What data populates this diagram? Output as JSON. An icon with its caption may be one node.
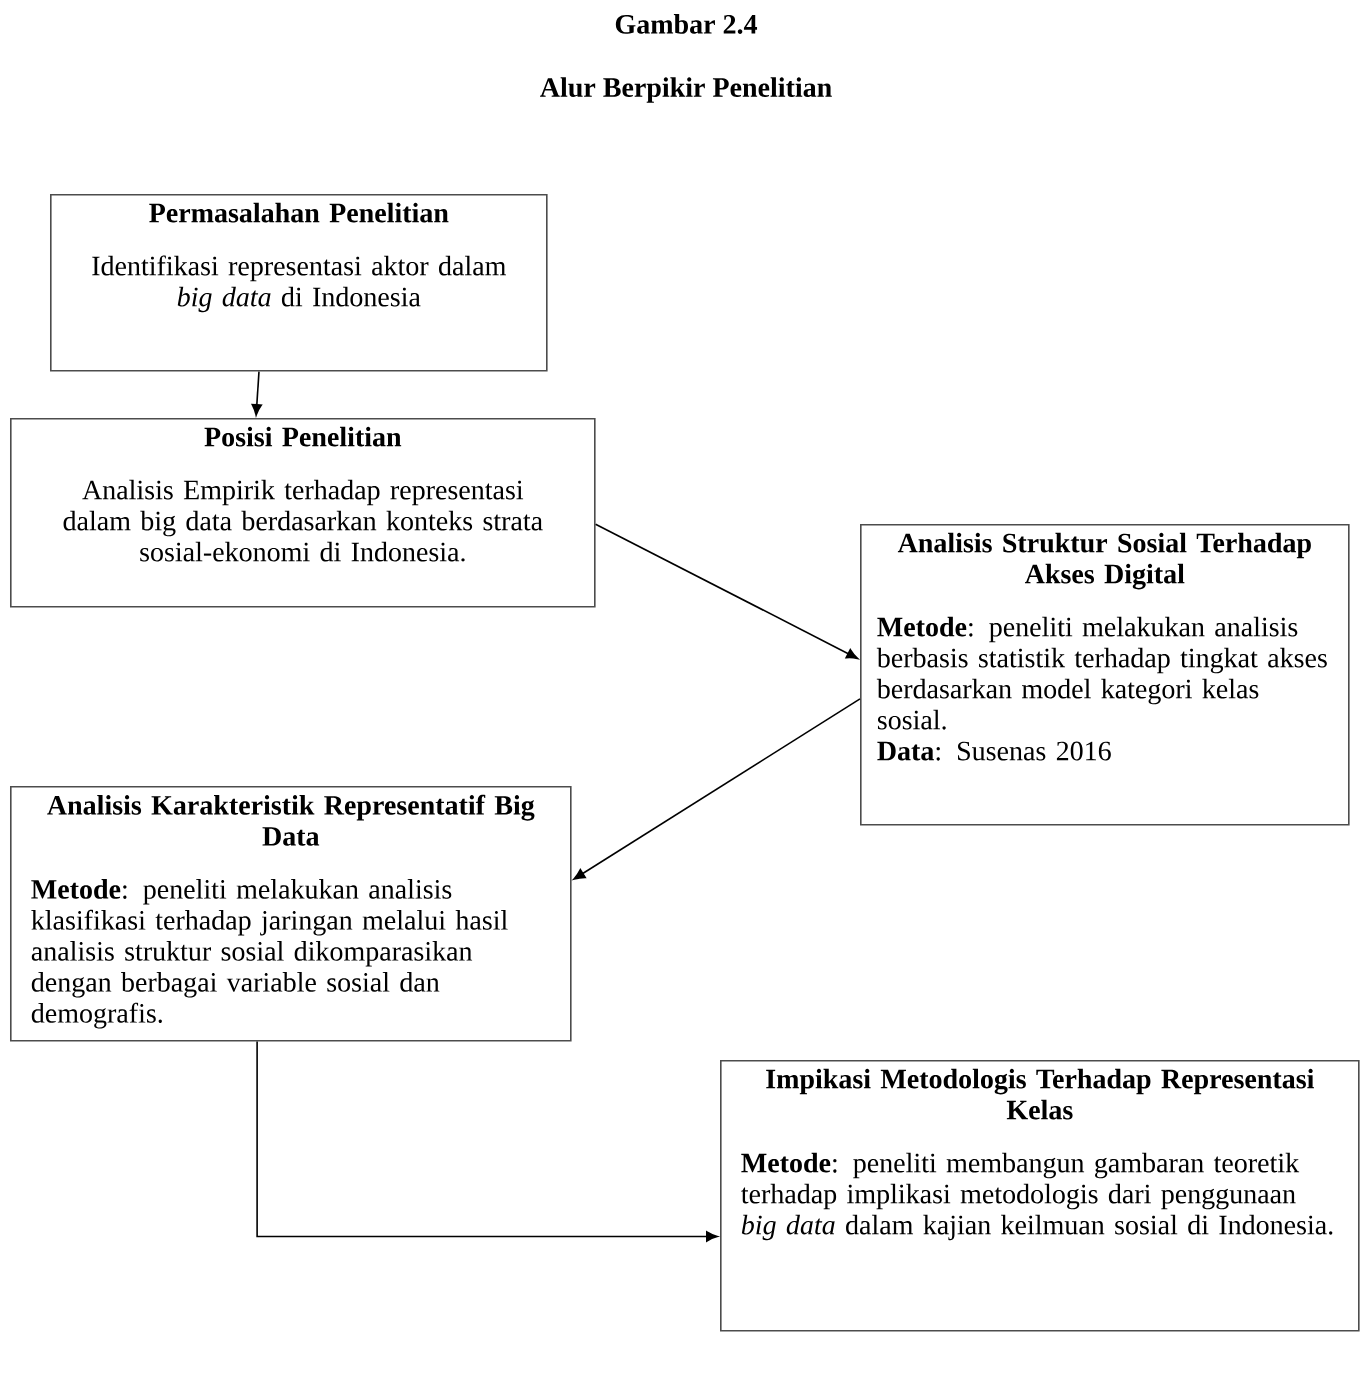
{
  "diagram": {
    "title": "Gambar 2.4",
    "labels": [
      "Alur Berpikir Penelitian"
    ],
    "nodes": [
      {
        "text": [
          "Permasalahan Penelitian",
          "Identifikasi representasi aktor dalam *big data* di Indonesia"
        ]
      },
      {
        "text": [
          "Posisi Penelitian",
          "Analisis Empirik terhadap representasi dalam big data berdasarkan konteks strata sosial-ekonomi di Indonesia."
        ]
      },
      {
        "text": [
          "Analisis Struktur Sosial Terhadap Akses Digital",
          "**Metode**: peneliti melakukan analisis berbasis statistik terhadap tingkat akses berdasarkan model kategori kelas sosial.",
          "**Data**: Susenas 2016"
        ]
      },
      {
        "text": [
          "Analisis Karakteristik Representatif Big Data",
          "**Metode**: peneliti melakukan analisis klasifikasi terhadap jaringan melalui hasil analisis struktur sosial dikomparasikan dengan berbagai variable sosial dan demografis."
        ]
      },
      {
        "text": [
          "Impikasi Metodologis Terhadap Representasi Kelas",
          "**Metode**: peneliti membangun gambaran teoretik terhadap implikasi metodologis dari penggunaan *big data* dalam kajian keilmuan sosial di Indonesia."
        ]
      }
    ],
    "edges": [
      {
        "from": 0,
        "to": 1,
        "arrow": "to"
      },
      {
        "from": 1,
        "to": 2,
        "arrow": "to"
      },
      {
        "from": 2,
        "to": 3,
        "arrow": "to"
      },
      {
        "from": 3,
        "to": 4,
        "arrow": "to"
      }
    ]
  }
}
